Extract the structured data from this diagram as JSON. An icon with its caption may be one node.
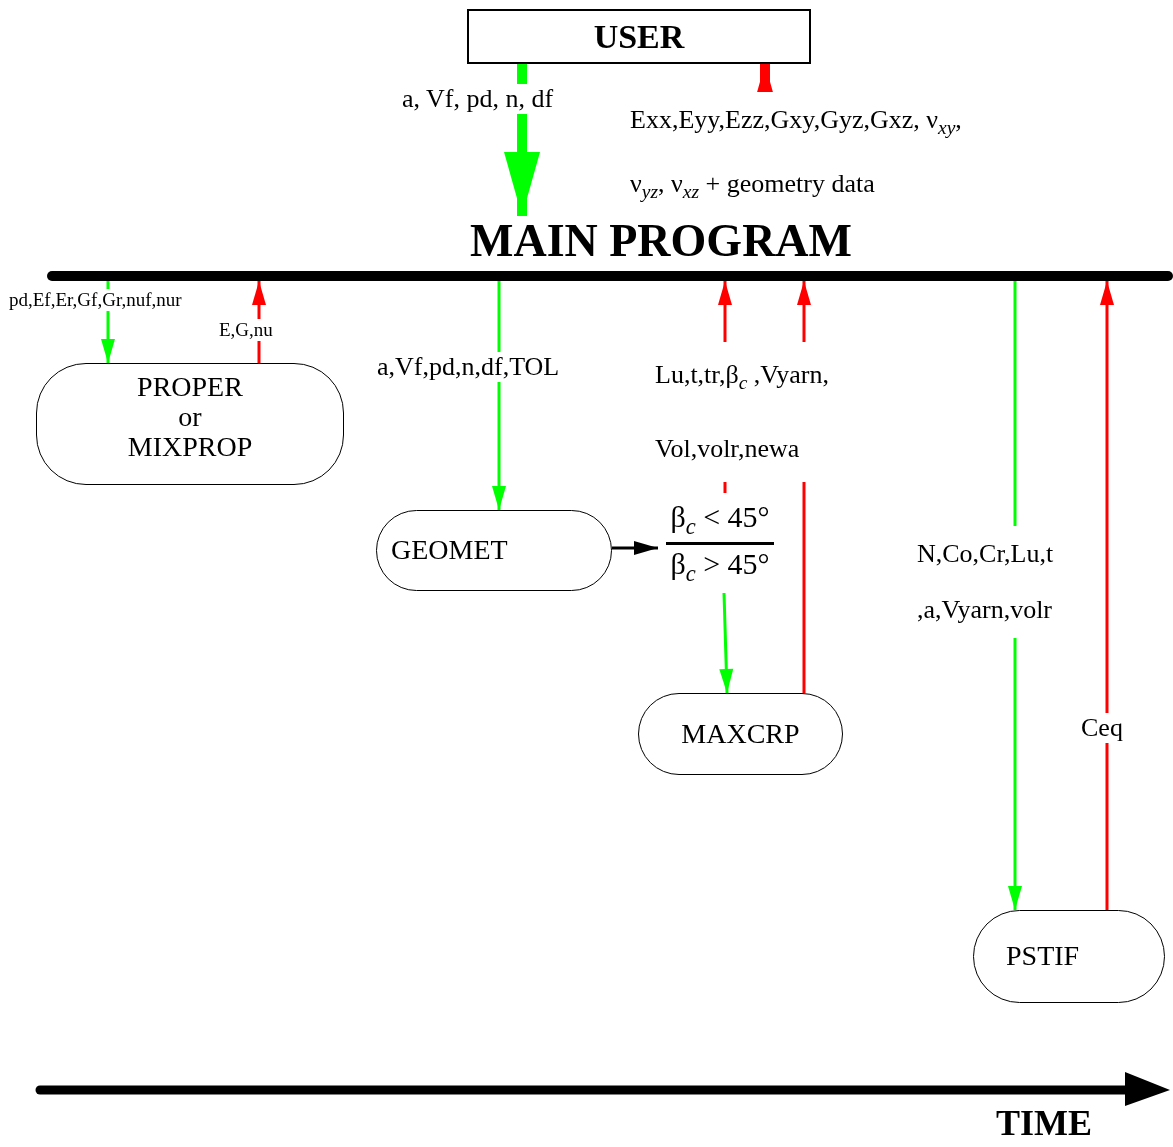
{
  "diagram": {
    "nodes": [
      {
        "text": [
          "USER"
        ]
      },
      {
        "text": [
          "MAIN PROGRAM"
        ]
      },
      {
        "text": [],
        "shape": "bar"
      },
      {
        "text": [
          "PROPER or MIXPROP"
        ]
      },
      {
        "text": [
          "GEOMET"
        ]
      },
      {
        "text": [
          "β$_{c}$ < 45°",
          "β$_{c}$ > 45°"
        ]
      },
      {
        "text": [
          "MAXCRP"
        ]
      },
      {
        "text": [
          "PSTIF"
        ]
      }
    ],
    "edges": [
      {
        "from": 0,
        "to": 1,
        "arrow": "to",
        "label": "a, Vf, pd, n, df",
        "style": "thick",
        "color": "#00ff00"
      },
      {
        "from": 1,
        "to": 0,
        "arrow": "to",
        "label": "Exx,Eyy,Ezz,Gxy,Gyz,Gxz, ν$_{xy}$, ν$_{yz}$, ν$_{xz}$ + geometry data",
        "style": "thick",
        "color": "#ff0000"
      },
      {
        "from": 2,
        "to": 3,
        "arrow": "to",
        "label": "pd,Ef,Er,Gf,Gr,nuf,nur",
        "color": "#00ff00"
      },
      {
        "from": 3,
        "to": 2,
        "arrow": "to",
        "label": "E,G,nu",
        "color": "#ff0000"
      },
      {
        "from": 2,
        "to": 4,
        "arrow": "to",
        "label": "a,Vf,pd,n,df,TOL",
        "color": "#00ff00"
      },
      {
        "from": 5,
        "to": 2,
        "arrow": "to",
        "label": "Lu,t,tr,β$_{c}$ ,Vyarn, Vol,volr,newa",
        "color": "#ff0000"
      },
      {
        "from": 6,
        "to": 2,
        "arrow": "to",
        "color": "#ff0000"
      },
      {
        "from": 4,
        "to": 5,
        "arrow": "to",
        "color": "#000000"
      },
      {
        "from": 5,
        "to": 6,
        "arrow": "to",
        "color": "#00ff00"
      },
      {
        "from": 2,
        "to": 7,
        "arrow": "to",
        "label": "N,Co,Cr,Lu,t ,a,Vyarn,volr",
        "color": "#00ff00"
      },
      {
        "from": 7,
        "to": 2,
        "arrow": "to",
        "label": "Ceq",
        "color": "#ff0000"
      }
    ],
    "labels": [
      "TIME"
    ]
  }
}
